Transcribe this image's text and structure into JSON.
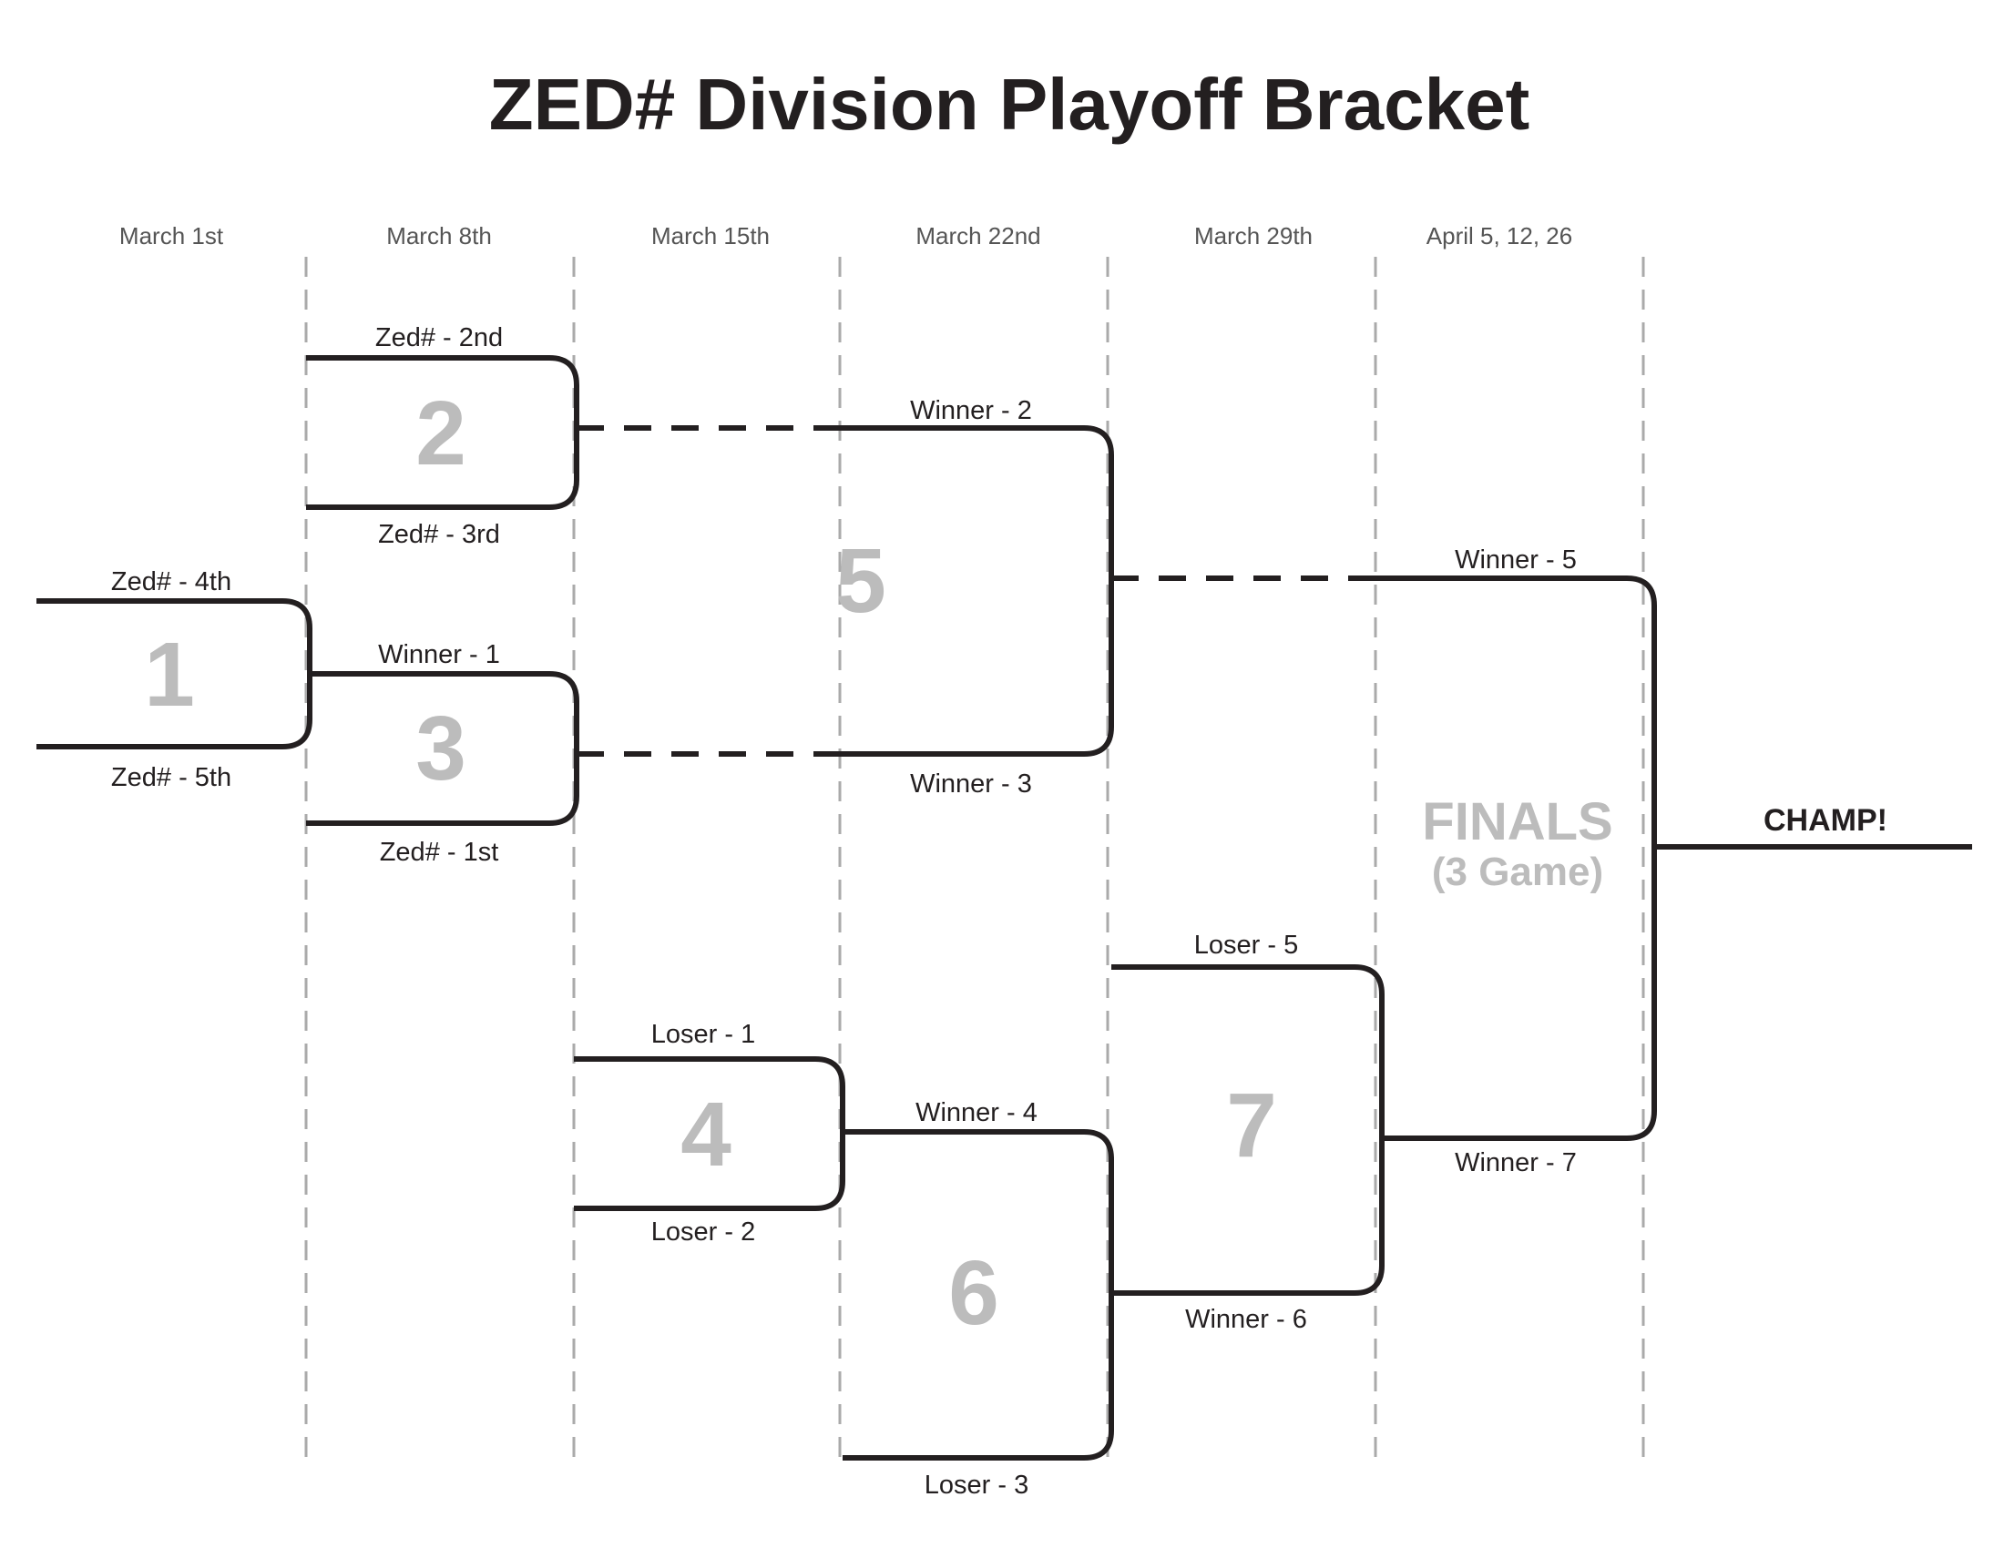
{
  "title": "ZED# Division Playoff Bracket",
  "dates": [
    "March 1st",
    "March 8th",
    "March 15th",
    "March 22nd",
    "March 29th",
    "April 5, 12, 26"
  ],
  "games": {
    "g1": {
      "number": "1",
      "top": "Zed# - 4th",
      "bottom": "Zed# - 5th"
    },
    "g2": {
      "number": "2",
      "top": "Zed# - 2nd",
      "bottom": "Zed# - 3rd"
    },
    "g3": {
      "number": "3",
      "top": "Winner - 1",
      "bottom": "Zed# - 1st"
    },
    "g4": {
      "number": "4",
      "top": "Loser - 1",
      "bottom": "Loser - 2"
    },
    "g5": {
      "number": "5",
      "top": "Winner - 2",
      "bottom": "Winner - 3"
    },
    "g6": {
      "number": "6",
      "top": "Winner - 4",
      "bottom": "Loser - 3"
    },
    "g7": {
      "number": "7",
      "top": "Loser - 5",
      "bottom": "Winner - 6"
    },
    "finals": {
      "title": "FINALS",
      "subtitle": "(3 Game)",
      "top": "Winner - 5",
      "bottom": "Winner - 7"
    }
  },
  "champion": "CHAMP!",
  "colors": {
    "line": "#231f20",
    "number": "#bcbcbc",
    "divider": "#aaaaaa",
    "date": "#555555"
  }
}
